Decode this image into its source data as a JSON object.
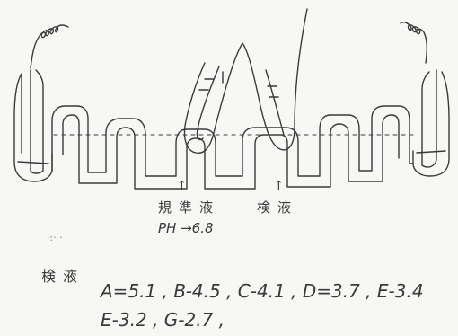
{
  "labels": {
    "standard_solution": "規準液",
    "test_solution_top": "検液",
    "ph_value": "PH →6.8",
    "test_solution_heading": "検液",
    "results_line1": "A=5.1 , B-4.5 , C-4.1 , D=3.7 , E-3.4",
    "results_line2": "E-3.2 , G-2.7 ,"
  },
  "colors": {
    "ink": "#3a3a3a",
    "paper": "#f7f7f5"
  }
}
